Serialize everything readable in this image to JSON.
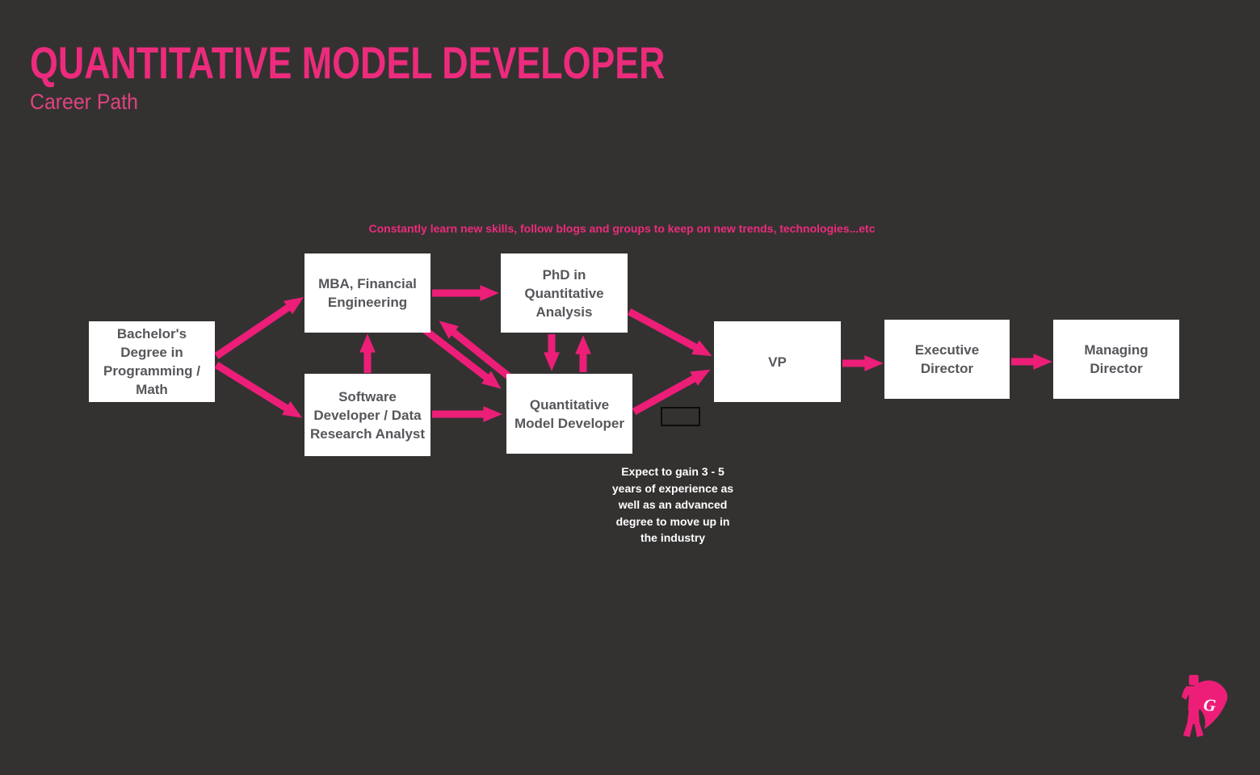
{
  "header": {
    "title": "QUANTITATIVE MODEL DEVELOPER",
    "subtitle": "Career Path"
  },
  "notes": {
    "top_tip": "Constantly learn new skills, follow blogs and groups to keep on new trends, technologies...etc",
    "experience": "Expect to gain 3 - 5\nyears of experience as\nwell as an advanced\ndegree to move up in\nthe industry"
  },
  "nodes": {
    "bachelors": {
      "label": "Bachelor's\nDegree in\nProgramming /\nMath"
    },
    "mba": {
      "label": "MBA, Financial\nEngineering"
    },
    "phd": {
      "label": "PhD in\nQuantitative\nAnalysis"
    },
    "software_developer": {
      "label": "Software\nDeveloper / Data\nResearch Analyst"
    },
    "qmd": {
      "label": "Quantitative\nModel Developer"
    },
    "vp": {
      "label": "VP"
    },
    "executive_director": {
      "label": "Executive\nDirector"
    },
    "managing_director": {
      "label": "Managing\nDirector"
    }
  },
  "edges": [
    {
      "from": "bachelors",
      "to": "mba"
    },
    {
      "from": "bachelors",
      "to": "software_developer"
    },
    {
      "from": "software_developer",
      "to": "mba"
    },
    {
      "from": "mba",
      "to": "phd"
    },
    {
      "from": "qmd",
      "to": "mba"
    },
    {
      "from": "mba",
      "to": "qmd"
    },
    {
      "from": "phd",
      "to": "qmd"
    },
    {
      "from": "qmd",
      "to": "phd"
    },
    {
      "from": "software_developer",
      "to": "qmd"
    },
    {
      "from": "phd",
      "to": "vp"
    },
    {
      "from": "qmd",
      "to": "vp"
    },
    {
      "from": "vp",
      "to": "executive_director"
    },
    {
      "from": "executive_director",
      "to": "managing_director"
    }
  ],
  "logo": {
    "letter": "G"
  },
  "colors": {
    "background": "#343231",
    "arrow_pink": "#EC1E78",
    "title_pink": "#EC2B7C",
    "subtitle_pink": "#DE4380",
    "box_background": "#FFFFFF",
    "box_text": "#56575B",
    "note_white": "#FFFFFF"
  }
}
